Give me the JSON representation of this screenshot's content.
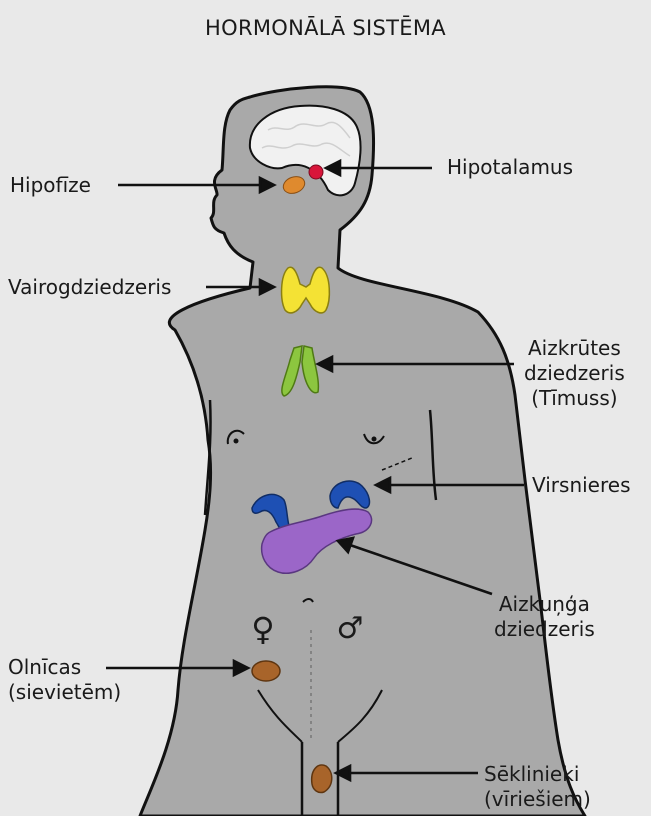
{
  "title": "HORMONĀLĀ SISTĒMA",
  "labels": {
    "hypothalamus": "Hipotalamus",
    "pituitary": "Hipofīze",
    "thyroid": "Vairogdziedzeris",
    "thymus": [
      "Aizkrūtes",
      "dziedzeris",
      "(Tīmuss)"
    ],
    "adrenals": "Virsnieres",
    "pancreas": [
      "Aizkuņģa",
      "dziedzeris"
    ],
    "ovaries": [
      "Olnīcas",
      "(sievietēm)"
    ],
    "testes": [
      "Sēklinieki",
      "(vīriešiem)"
    ]
  },
  "symbols": {
    "female": "♀",
    "male": "♂"
  },
  "colors": {
    "background": "#e9e9e9",
    "body": "#a9a9a9",
    "brain": "#f1f1f1",
    "hypothalamus": "#d8153a",
    "pituitary": "#df8a2e",
    "thyroid": "#f4e234",
    "thymus": "#8cc63f",
    "adrenals": "#1e50b4",
    "pancreas": "#9b66c8",
    "gonads": "#a8642a"
  }
}
